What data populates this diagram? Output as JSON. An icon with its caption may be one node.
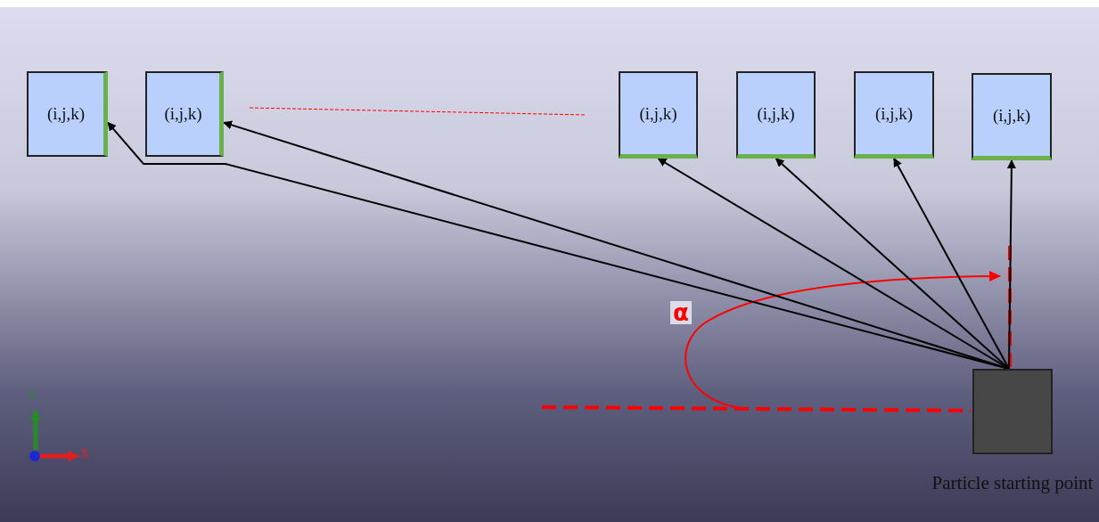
{
  "diagram": {
    "nodes": [
      {
        "text": [
          "(i,j,k)"
        ]
      },
      {
        "text": [
          "(i,j,k)"
        ]
      },
      {
        "text": [
          "(i,j,k)"
        ]
      },
      {
        "text": [
          "(i,j,k)"
        ]
      },
      {
        "text": [
          "(i,j,k)"
        ]
      },
      {
        "text": [
          "(i,j,k)"
        ]
      },
      {
        "text": [],
        "shape": "box",
        "beside": [
          "Particle starting point"
        ]
      }
    ],
    "edges": [
      {
        "from": 6,
        "to": 0,
        "arrow": "to"
      },
      {
        "from": 6,
        "to": 1,
        "arrow": "to"
      },
      {
        "from": 6,
        "to": 2,
        "arrow": "to"
      },
      {
        "from": 6,
        "to": 3,
        "arrow": "to"
      },
      {
        "from": 6,
        "to": 4,
        "arrow": "to"
      },
      {
        "from": 6,
        "to": 5,
        "arrow": "to"
      }
    ],
    "labels": [
      "α",
      "Y",
      "X"
    ]
  }
}
